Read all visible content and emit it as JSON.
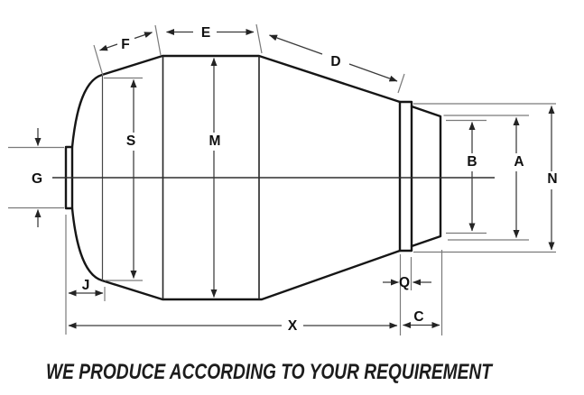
{
  "diagram": {
    "kind": "technical-dimension-drawing",
    "subject": "tapered vessel / muffler profile with inlet stub, outlet flange and reducer cone",
    "labels": {
      "F": "F",
      "E": "E",
      "D": "D",
      "S": "S",
      "M": "M",
      "G": "G",
      "J": "J",
      "X": "X",
      "Q": "Q",
      "C": "C",
      "B": "B",
      "A": "A",
      "N": "N"
    },
    "colors": {
      "outline": "#161616",
      "dimension_lines": "#3a3a3a",
      "extension_lines": "#7a7a7a",
      "label_text": "#101010",
      "background": "#ffffff"
    }
  },
  "footer": {
    "text": "WE PRODUCE ACCORDING TO YOUR REQUIREMENT"
  }
}
